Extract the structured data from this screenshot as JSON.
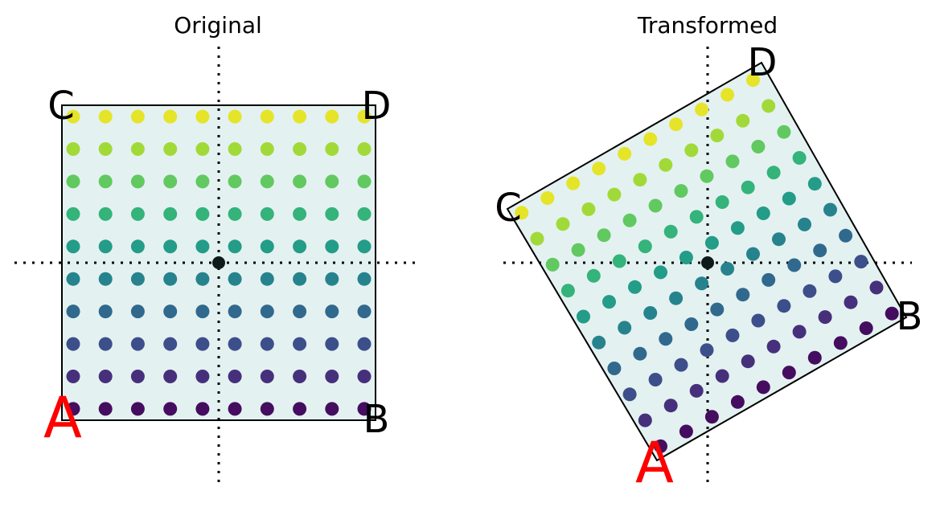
{
  "panels": [
    {
      "title": "Original",
      "labels": {
        "A": "A",
        "B": "B",
        "C": "C",
        "D": "D"
      },
      "transformed": false
    },
    {
      "title": "Transformed",
      "labels": {
        "A": "A",
        "B": "B",
        "C": "C",
        "D": "D"
      },
      "transformed": true
    }
  ],
  "grid": {
    "rows": 10,
    "cols": 10
  },
  "colors": {
    "square_fill": "#e4f1f1",
    "square_stroke": "#000000",
    "label_A": "#ff0000",
    "label_default": "#000000",
    "origin_point": "#0e1a1a"
  },
  "colormap": "viridis"
}
